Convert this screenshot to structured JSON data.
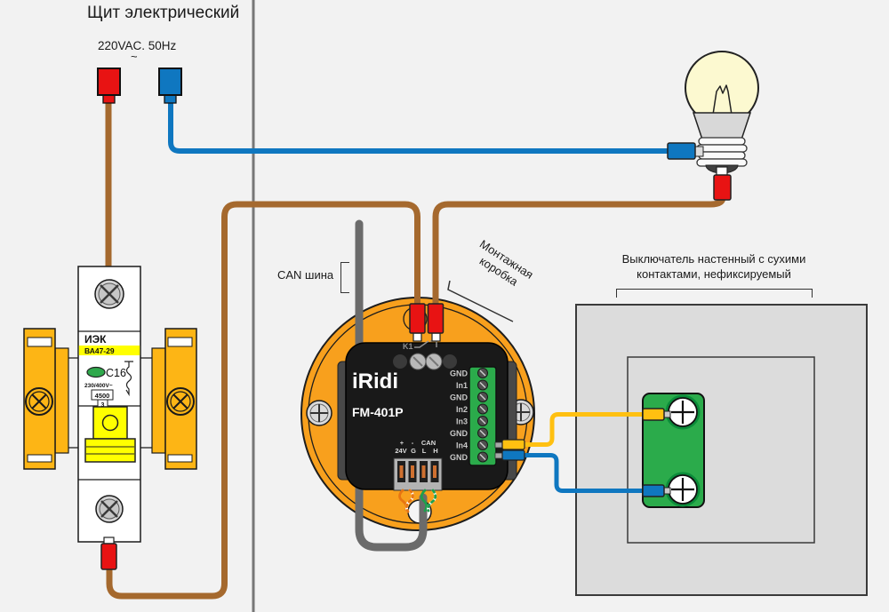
{
  "panel": {
    "title": "Щит электрический",
    "supply": "220VAC. 50Hz",
    "ac_symbol": "~"
  },
  "breaker": {
    "brand": "ИЭК",
    "model": "ВА47-29",
    "rating": "C16",
    "voltage": "230/400V~",
    "breaking_capacity": "4500",
    "selectivity_class": "3"
  },
  "module": {
    "brand": "iRidi",
    "model": "FM-401P",
    "relay": "K1",
    "input_terminals": [
      "GND",
      "In1",
      "GND",
      "In2",
      "In3",
      "GND",
      "In4",
      "GND"
    ],
    "bus_terminals": {
      "plus": "+",
      "minus": "-",
      "can": "CAN",
      "v24": "24V",
      "g": "G",
      "l": "L",
      "h": "H"
    }
  },
  "annotations": {
    "can_bus": "CAN шина",
    "mounting_box_line1": "Монтажная",
    "mounting_box_line2": "коробка",
    "wall_switch_line1": "Выключатель настенный с сухими",
    "wall_switch_line2": "контактами, нефиксируемый"
  },
  "colors": {
    "background": "#f2f2f2",
    "wire_phase_brown": "#a5692e",
    "wire_neutral_blue": "#0f77c0",
    "wire_signal_yellow": "#ffc011",
    "can_cable_gray": "#6b6b6b",
    "mounting_box_orange": "#f8a01d",
    "module_body_black": "#191919",
    "terminal_green": "#2bab4b",
    "ferrule_red": "#e81313",
    "breaker_yellow": "#ffff00",
    "clamp_orange": "#fdb515"
  }
}
